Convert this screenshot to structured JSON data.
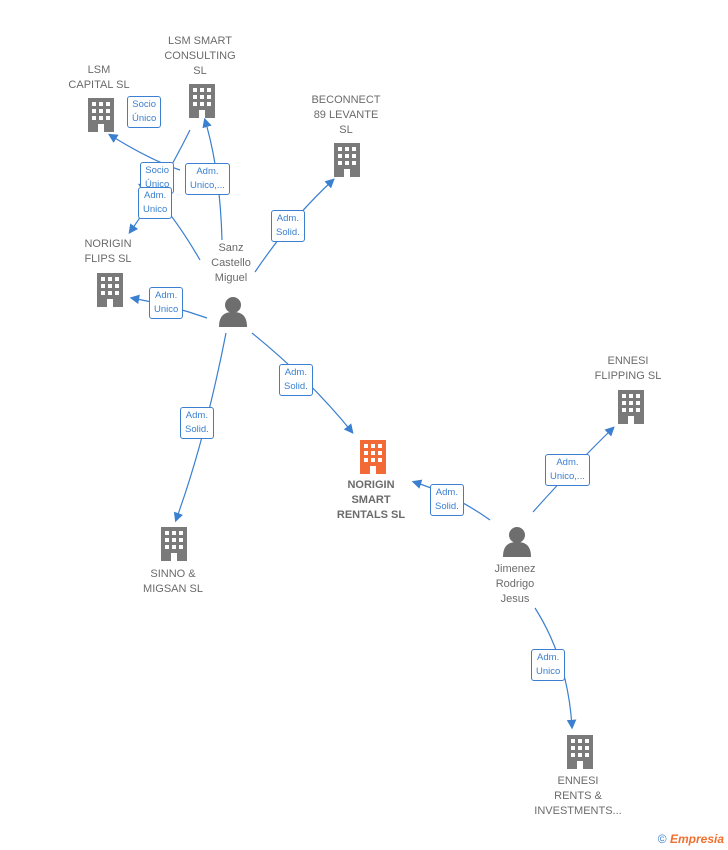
{
  "nodes": [
    {
      "id": "lsm_capital",
      "type": "company",
      "label": "LSM\nCAPITAL  SL"
    },
    {
      "id": "lsm_smart",
      "type": "company",
      "label": "LSM SMART\nCONSULTING\nSL"
    },
    {
      "id": "beconnect",
      "type": "company",
      "label": "BECONNECT\n89 LEVANTE\nSL"
    },
    {
      "id": "norigin_flips",
      "type": "company",
      "label": "NORIGIN\nFLIPS  SL"
    },
    {
      "id": "sanz",
      "type": "person",
      "label": "Sanz\nCastello\nMiguel"
    },
    {
      "id": "norigin_smart",
      "type": "company_main",
      "label": "NORIGIN\nSMART\nRENTALS  SL"
    },
    {
      "id": "sinno",
      "type": "company",
      "label": "SINNO &\nMIGSAN  SL"
    },
    {
      "id": "ennesi_flipping",
      "type": "company",
      "label": "ENNESI\nFLIPPING  SL"
    },
    {
      "id": "jimenez",
      "type": "person",
      "label": "Jimenez\nRodrigo\nJesus"
    },
    {
      "id": "ennesi_rents",
      "type": "company",
      "label": "ENNESI\nRENTS &\nINVESTMENTS..."
    }
  ],
  "edges": [
    {
      "id": "e1",
      "label": "Socio\nÚnico"
    },
    {
      "id": "e2",
      "label": "Socio\nÚnico"
    },
    {
      "id": "e3",
      "label": "Adm.\nUnico"
    },
    {
      "id": "e4",
      "label": "Adm.\nUnico,..."
    },
    {
      "id": "e5",
      "label": "Adm.\nSolid."
    },
    {
      "id": "e6",
      "label": "Adm.\nUnico"
    },
    {
      "id": "e7",
      "label": "Adm.\nSolid."
    },
    {
      "id": "e8",
      "label": "Adm.\nSolid."
    },
    {
      "id": "e9",
      "label": "Adm.\nSolid."
    },
    {
      "id": "e10",
      "label": "Adm.\nUnico,..."
    },
    {
      "id": "e11",
      "label": "Adm.\nUnico"
    }
  ],
  "colors": {
    "edge": "#3a7fd0",
    "company": "#7a7a7a",
    "main": "#f26a35",
    "person": "#6e6e6e"
  },
  "footer": {
    "copyright": "©",
    "brand": "Empresia"
  }
}
